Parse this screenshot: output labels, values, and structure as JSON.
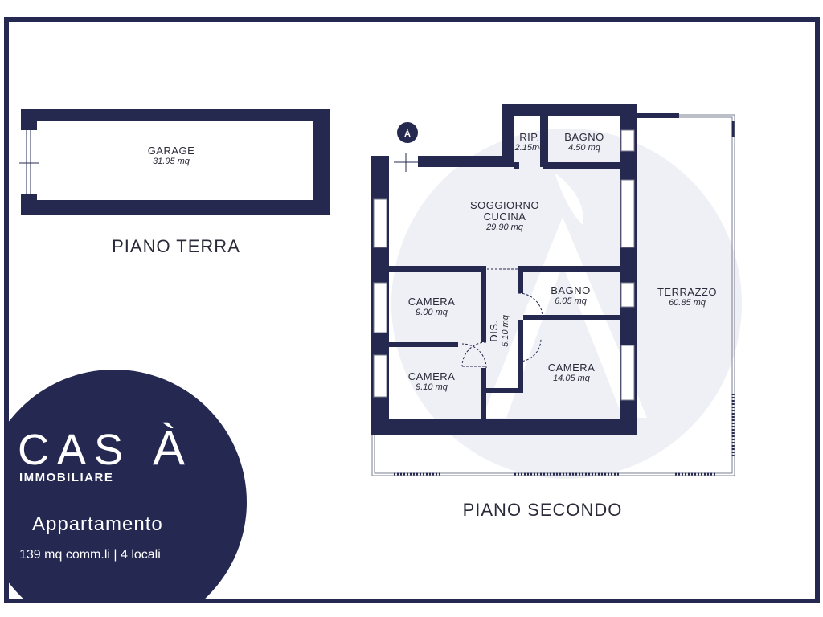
{
  "colors": {
    "brand_navy": "#252850",
    "wall": "#25284f",
    "watermark": "#eef0f5",
    "text": "#2a2a3a",
    "background": "#ffffff"
  },
  "floors": {
    "ground": {
      "title": "PIANO TERRA",
      "rooms": [
        {
          "name": "GARAGE",
          "area": "31.95 mq"
        }
      ]
    },
    "second": {
      "title": "PIANO SECONDO",
      "rooms": {
        "rip": {
          "name": "RIP.",
          "area": "2.15mq"
        },
        "bagno1": {
          "name": "BAGNO",
          "area": "4.50 mq"
        },
        "soggiorno_line1": "SOGGIORNO",
        "soggiorno_line2": "CUCINA",
        "soggiorno_area": "29.90 mq",
        "camera1": {
          "name": "CAMERA",
          "area": "9.00 mq"
        },
        "bagno2": {
          "name": "BAGNO",
          "area": "6.05 mq"
        },
        "dis": {
          "name": "DIS.",
          "area": "5.10 mq"
        },
        "camera2": {
          "name": "CAMERA",
          "area": "9.10 mq"
        },
        "camera3": {
          "name": "CAMERA",
          "area": "14.05 mq"
        },
        "terrazzo": {
          "name": "TERRAZZO",
          "area": "60.85 mq"
        }
      }
    }
  },
  "north_marker": {
    "letter": "À"
  },
  "brand": {
    "name": "CAS",
    "name_accent": "À",
    "subtitle": "IMMOBILIARE"
  },
  "listing": {
    "title": "Appartamento",
    "details": "139 mq comm.li | 4 locali"
  }
}
